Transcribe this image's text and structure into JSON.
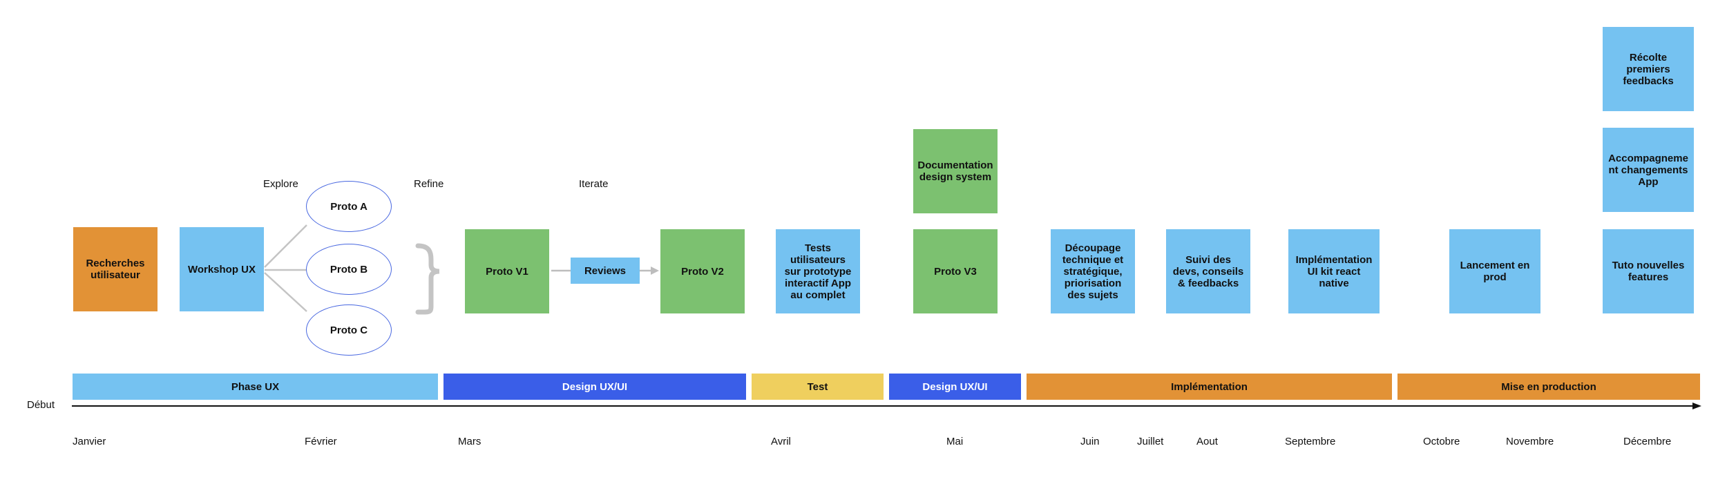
{
  "stages": {
    "explore": "Explore",
    "refine": "Refine",
    "iterate": "Iterate"
  },
  "boxes": {
    "recherches": "Recherches utilisateur",
    "workshop": "Workshop UX",
    "proto_v1": "Proto V1",
    "reviews": "Reviews",
    "proto_v2": "Proto V2",
    "tests": "Tests utilisateurs sur prototype interactif App au complet",
    "documentation": "Documentation design system",
    "proto_v3": "Proto V3",
    "decoupage": "Découpage technique et stratégique, priorisation des sujets",
    "suivi": "Suivi des devs, conseils & feedbacks",
    "implementation_ui": "Implémentation UI kit react native",
    "lancement": "Lancement en prod",
    "recolte": "Récolte premiers feedbacks",
    "accompagnement": "Accompagnement changements App",
    "tuto": "Tuto nouvelles features"
  },
  "prototypes": [
    "Proto A",
    "Proto B",
    "Proto C"
  ],
  "phases": [
    {
      "label": "Phase UX",
      "color": "#75c2f1"
    },
    {
      "label": "Design UX/UI",
      "color": "#3a5ee8"
    },
    {
      "label": "Test",
      "color": "#efcf5e"
    },
    {
      "label": "Design UX/UI",
      "color": "#3a5ee8"
    },
    {
      "label": "Implémentation",
      "color": "#e29236"
    },
    {
      "label": "Mise en production",
      "color": "#e29236"
    }
  ],
  "timeline": {
    "start_label": "Début",
    "months": [
      "Janvier",
      "Février",
      "Mars",
      "Avril",
      "Mai",
      "Juin",
      "Juillet",
      "Aout",
      "Septembre",
      "Octobre",
      "Novembre",
      "Décembre"
    ]
  }
}
